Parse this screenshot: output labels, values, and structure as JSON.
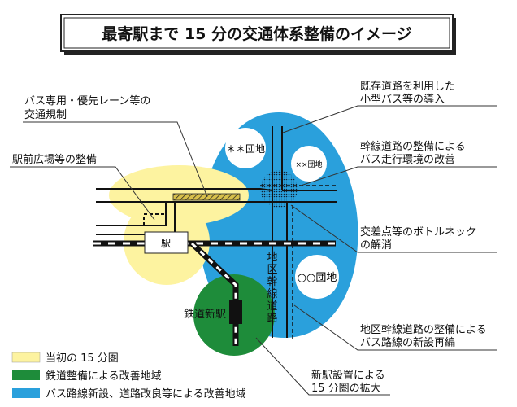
{
  "title": "最寄駅まで 15 分の交通体系整備のイメージ",
  "labels": {
    "bus_lane": [
      "バス専用・優先レーン等の",
      "交通規制"
    ],
    "station_plaza": "駅前広場等の整備",
    "small_bus": [
      "既存道路を利用した",
      "小型バス等の導入"
    ],
    "trunk_road": [
      "幹線道路の整備による",
      "バス走行環境の改善"
    ],
    "bottleneck": [
      "交差点等のボトルネック",
      "の解消"
    ],
    "district_road": [
      "地区幹線道路の整備による",
      "バス路線の新設再編"
    ],
    "new_station_label": [
      "新駅設置による",
      "15 分圏の拡大"
    ]
  },
  "map": {
    "station": "駅",
    "new_station": "鉄道新駅",
    "district_trunk_road": [
      "地",
      "区",
      "幹",
      "線",
      "道",
      "路"
    ],
    "estate_1": "＊＊団地",
    "estate_2": "××団地",
    "estate_3": "○○団地"
  },
  "legend": [
    {
      "label": "当初の 15 分圏",
      "color": "#fdf3a0"
    },
    {
      "label": "鉄道整備による改善地域",
      "color": "#1e8c3a"
    },
    {
      "label": "バス路線新設、道路改良等による改善地域",
      "color": "#2aa0dc"
    }
  ]
}
